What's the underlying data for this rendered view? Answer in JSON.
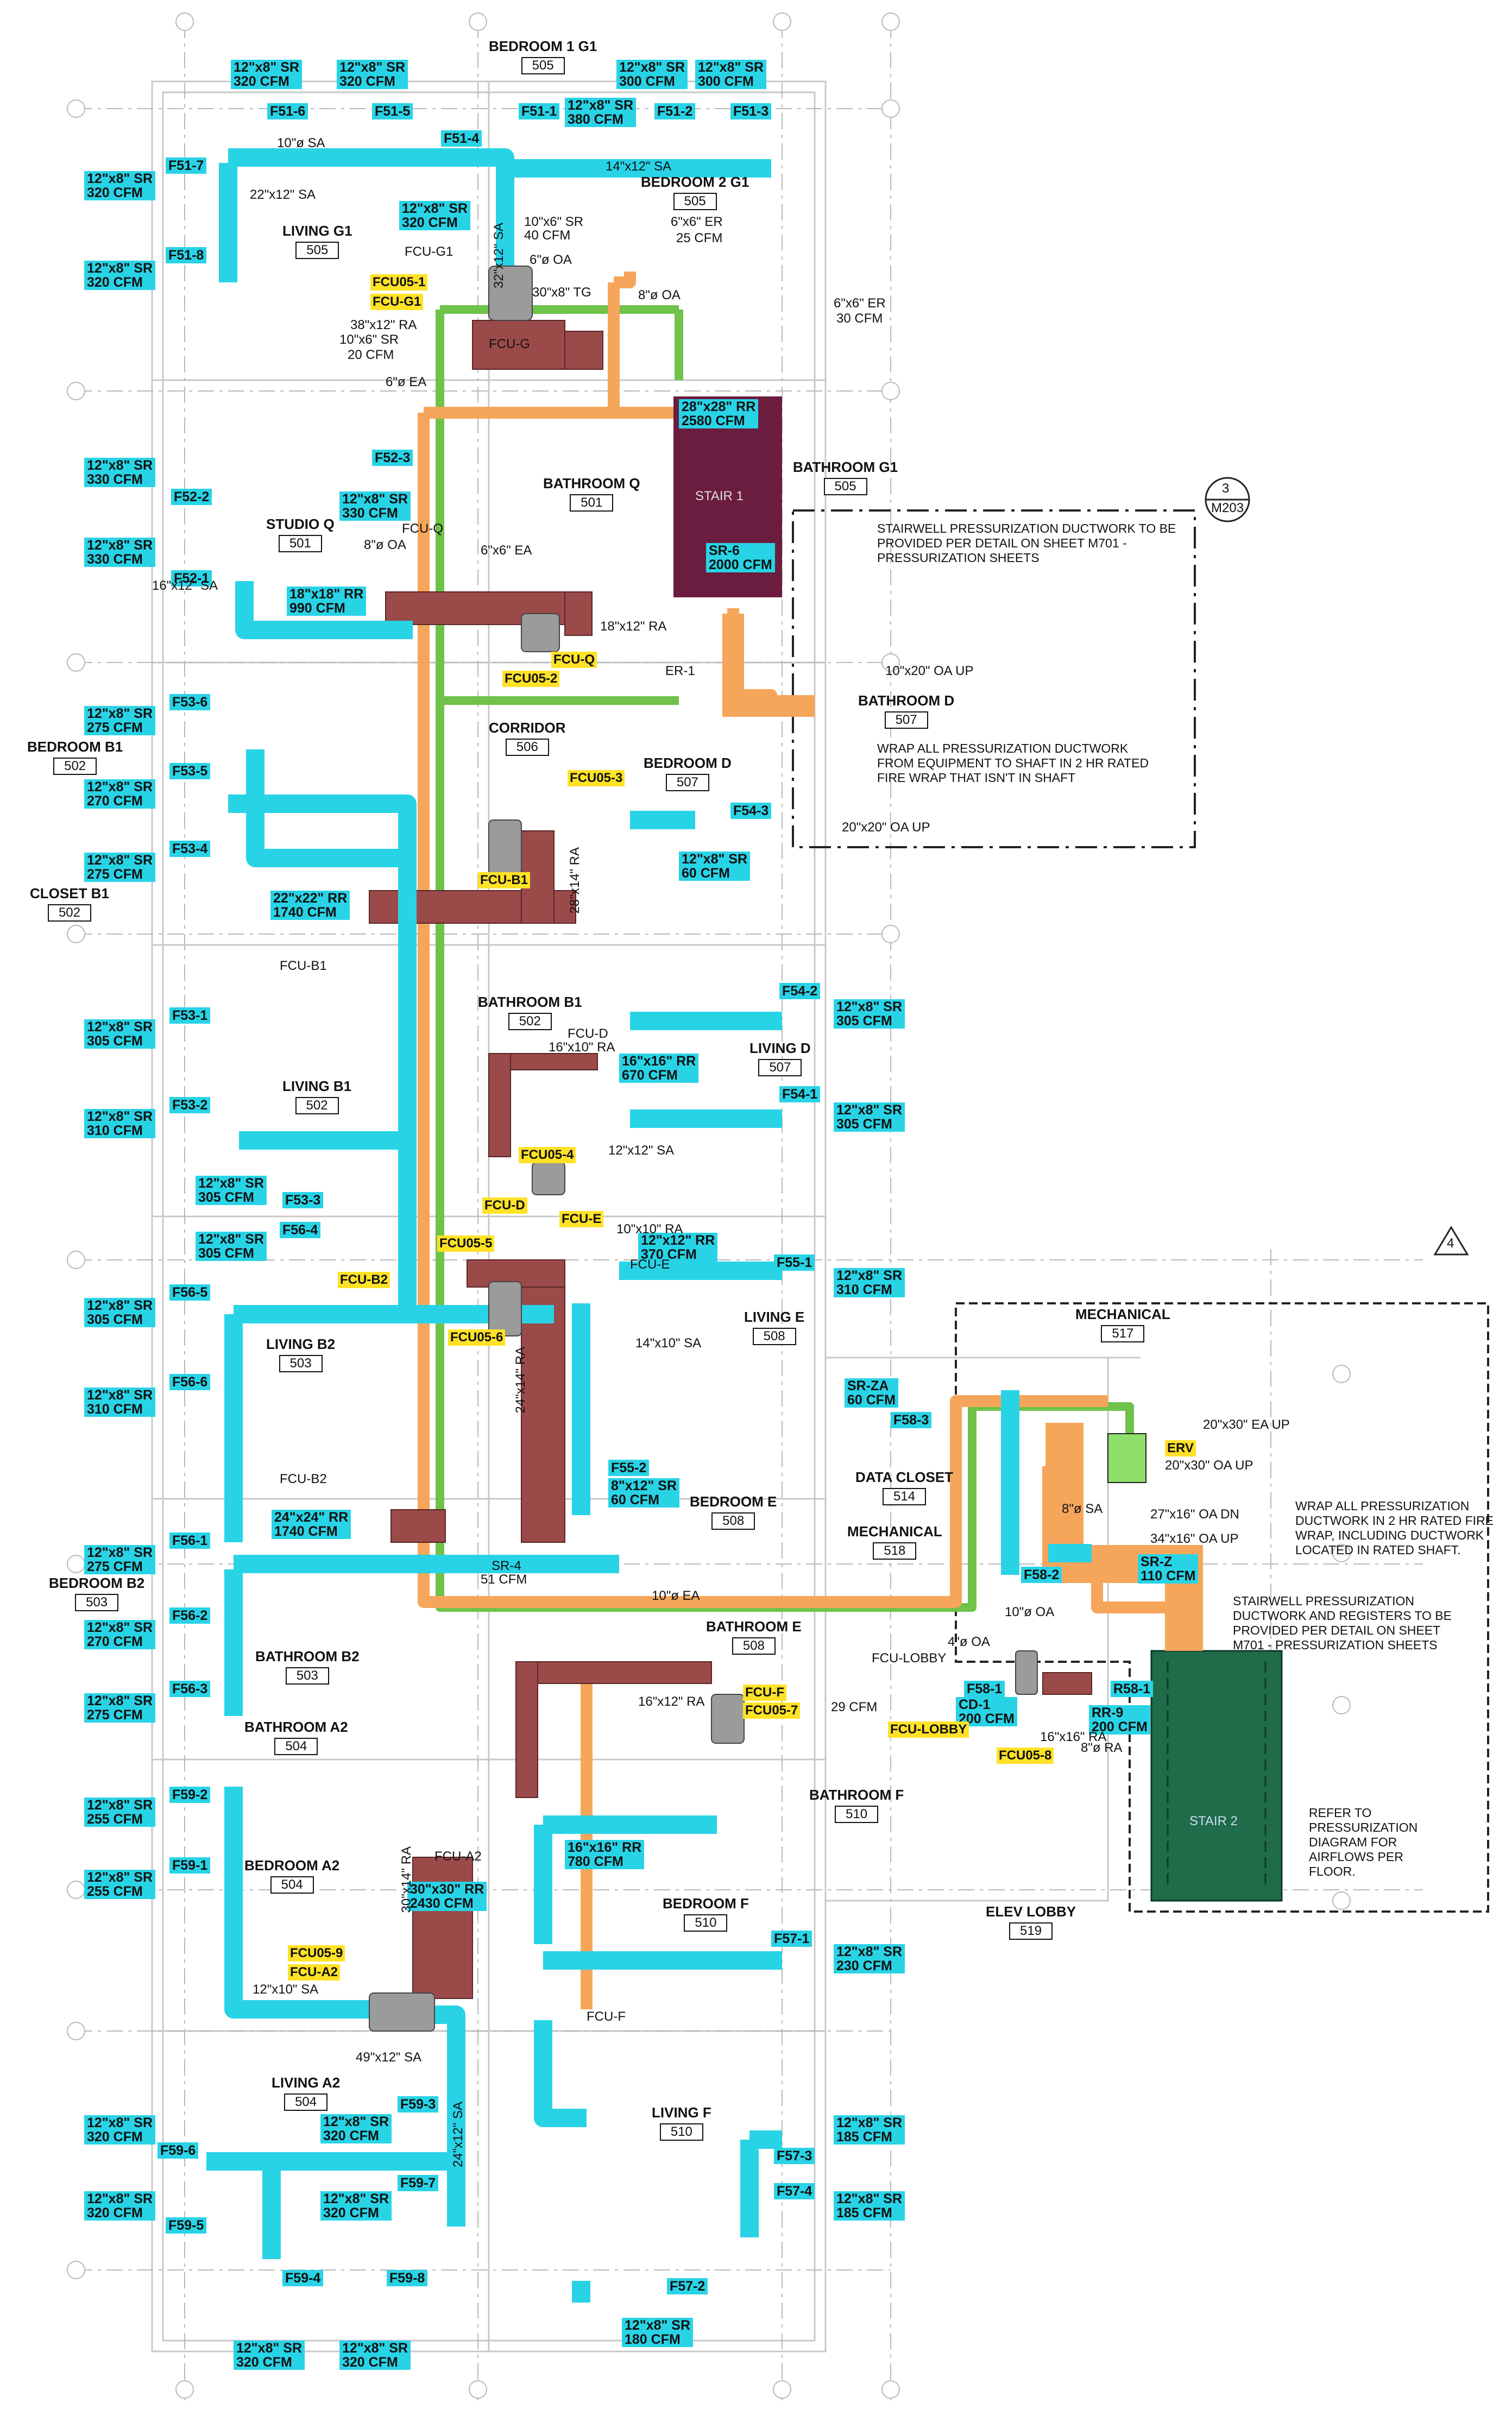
{
  "rooms": [
    {
      "name": "BEDROOM 1 G1",
      "num": "505"
    },
    {
      "name": "BEDROOM 2 G1",
      "num": "505"
    },
    {
      "name": "LIVING G1",
      "num": "505"
    },
    {
      "name": "BATHROOM G1",
      "num": "505"
    },
    {
      "name": "BATHROOM Q",
      "num": "501"
    },
    {
      "name": "STUDIO Q",
      "num": "501"
    },
    {
      "name": "BATHROOM D",
      "num": "507"
    },
    {
      "name": "CORRIDOR",
      "num": "506"
    },
    {
      "name": "BEDROOM D",
      "num": "507"
    },
    {
      "name": "BEDROOM B1",
      "num": "502"
    },
    {
      "name": "CLOSET B1",
      "num": "502"
    },
    {
      "name": "BATHROOM B1",
      "num": "502"
    },
    {
      "name": "LIVING D",
      "num": "507"
    },
    {
      "name": "LIVING B1",
      "num": "502"
    },
    {
      "name": "LIVING E",
      "num": "508"
    },
    {
      "name": "LIVING B2",
      "num": "503"
    },
    {
      "name": "MECHANICAL",
      "num": "517"
    },
    {
      "name": "DATA CLOSET",
      "num": "514"
    },
    {
      "name": "BEDROOM E",
      "num": "508"
    },
    {
      "name": "MECHANICAL",
      "num": "518"
    },
    {
      "name": "BEDROOM B2",
      "num": "503"
    },
    {
      "name": "BATHROOM E",
      "num": "508"
    },
    {
      "name": "BATHROOM B2",
      "num": "503"
    },
    {
      "name": "BATHROOM A2",
      "num": "504"
    },
    {
      "name": "BATHROOM F",
      "num": "510"
    },
    {
      "name": "BEDROOM A2",
      "num": "504"
    },
    {
      "name": "BEDROOM F",
      "num": "510"
    },
    {
      "name": "ELEV LOBBY",
      "num": "519"
    },
    {
      "name": "LIVING A2",
      "num": "504"
    },
    {
      "name": "LIVING F",
      "num": "510"
    }
  ],
  "diffusers": [
    {
      "tag": "F51-6",
      "size": "12\"x8\" SR",
      "cfm": "320 CFM"
    },
    {
      "tag": "F51-5",
      "size": "12\"x8\" SR",
      "cfm": "320 CFM"
    },
    {
      "tag": "F51-1",
      "size": "12\"x8\" SR",
      "cfm": "380 CFM"
    },
    {
      "tag": "F51-2",
      "size": "12\"x8\" SR",
      "cfm": "300 CFM"
    },
    {
      "tag": "F51-3",
      "size": "12\"x8\" SR",
      "cfm": "300 CFM"
    },
    {
      "tag": "F51-7",
      "size": "12\"x8\" SR",
      "cfm": "320 CFM"
    },
    {
      "tag": "F51-8",
      "size": "12\"x8\" SR",
      "cfm": "320 CFM"
    },
    {
      "tag": "F51-4",
      "size": "12\"x8\" SR",
      "cfm": "320 CFM"
    },
    {
      "tag": "F52-2",
      "size": "12\"x8\" SR",
      "cfm": "330 CFM"
    },
    {
      "tag": "F52-3",
      "size": "12\"x8\" SR",
      "cfm": "330 CFM"
    },
    {
      "tag": "F52-1",
      "size": "12\"x8\" SR",
      "cfm": "330 CFM"
    },
    {
      "tag": "F53-6",
      "size": "12\"x8\" SR",
      "cfm": "275 CFM"
    },
    {
      "tag": "F53-5",
      "size": "12\"x8\" SR",
      "cfm": "270 CFM"
    },
    {
      "tag": "F53-4",
      "size": "12\"x8\" SR",
      "cfm": "275 CFM"
    },
    {
      "tag": "F54-3",
      "size": "12\"x8\" SR",
      "cfm": "60 CFM"
    },
    {
      "tag": "F53-1",
      "size": "12\"x8\" SR",
      "cfm": "305 CFM"
    },
    {
      "tag": "F54-2",
      "size": "12\"x8\" SR",
      "cfm": "305 CFM"
    },
    {
      "tag": "F54-1",
      "size": "12\"x8\" SR",
      "cfm": "305 CFM"
    },
    {
      "tag": "F53-2",
      "size": "12\"x8\" SR",
      "cfm": "310 CFM"
    },
    {
      "tag": "F53-3",
      "size": "12\"x8\" SR",
      "cfm": "305 CFM"
    },
    {
      "tag": "F56-4",
      "size": "12\"x8\" SR",
      "cfm": "305 CFM"
    },
    {
      "tag": "F55-1",
      "size": "12\"x8\" SR",
      "cfm": "310 CFM"
    },
    {
      "tag": "F56-5",
      "size": "12\"x8\" SR",
      "cfm": "305 CFM"
    },
    {
      "tag": "F56-6",
      "size": "12\"x8\" SR",
      "cfm": "310 CFM"
    },
    {
      "tag": "F58-3",
      "size": "SR-ZA",
      "cfm": "60 CFM"
    },
    {
      "tag": "F55-2",
      "size": "8\"x12\" SR",
      "cfm": "60 CFM"
    },
    {
      "tag": "F56-1",
      "size": "12\"x8\" SR",
      "cfm": "275 CFM"
    },
    {
      "tag": "F58-2",
      "size": "SR-Z",
      "cfm": "110 CFM"
    },
    {
      "tag": "F56-2",
      "size": "12\"x8\" SR",
      "cfm": "270 CFM"
    },
    {
      "tag": "F56-3",
      "size": "12\"x8\" SR",
      "cfm": "275 CFM"
    },
    {
      "tag": "F58-1",
      "size": "CD-1",
      "cfm": "200 CFM"
    },
    {
      "tag": "R58-1",
      "size": "RR-9",
      "cfm": "200 CFM"
    },
    {
      "tag": "F59-2",
      "size": "12\"x8\" SR",
      "cfm": "255 CFM"
    },
    {
      "tag": "F59-1",
      "size": "12\"x8\" SR",
      "cfm": "255 CFM"
    },
    {
      "tag": "F57-1",
      "size": "12\"x8\" SR",
      "cfm": "230 CFM"
    },
    {
      "tag": "F59-3",
      "size": "12\"x8\" SR",
      "cfm": "320 CFM"
    },
    {
      "tag": "F59-6",
      "size": "12\"x8\" SR",
      "cfm": "320 CFM"
    },
    {
      "tag": "F57-3",
      "size": "12\"x8\" SR",
      "cfm": "185 CFM"
    },
    {
      "tag": "F59-7",
      "size": "12\"x8\" SR",
      "cfm": "320 CFM"
    },
    {
      "tag": "F59-5",
      "size": "12\"x8\" SR",
      "cfm": "320 CFM"
    },
    {
      "tag": "F57-4",
      "size": "12\"x8\" SR",
      "cfm": "185 CFM"
    },
    {
      "tag": "F59-4",
      "size": "12\"x8\" SR",
      "cfm": "320 CFM"
    },
    {
      "tag": "F59-8",
      "size": "12\"x8\" SR",
      "cfm": "320 CFM"
    },
    {
      "tag": "F57-2",
      "size": "12\"x8\" SR",
      "cfm": "180 CFM"
    }
  ],
  "return_grilles": [
    {
      "size": "28\"x28\" RR",
      "cfm": "2580 CFM"
    },
    {
      "size": "SR-6",
      "cfm": "2000 CFM"
    },
    {
      "size": "18\"x18\" RR",
      "cfm": "990 CFM"
    },
    {
      "size": "22\"x22\" RR",
      "cfm": "1740 CFM"
    },
    {
      "size": "16\"x16\" RR",
      "cfm": "670 CFM"
    },
    {
      "size": "12\"x12\" RR",
      "cfm": "370 CFM"
    },
    {
      "size": "24\"x24\" RR",
      "cfm": "1740 CFM"
    },
    {
      "size": "16\"x16\" RR",
      "cfm": "780 CFM"
    },
    {
      "size": "30\"x30\" RR",
      "cfm": "2430 CFM"
    }
  ],
  "equipment": [
    "FCU05-1",
    "FCU-G1",
    "FCU-Q",
    "FCU05-2",
    "FCU05-3",
    "FCU-B1",
    "FCU05-4",
    "FCU-D",
    "FCU05-5",
    "FCU-E",
    "FCU-B2",
    "FCU05-6",
    "ERV",
    "FCU-F",
    "FCU05-7",
    "FCU-LOBBY",
    "FCU05-8",
    "FCU05-9",
    "FCU-A2"
  ],
  "duct_labels": [
    "10\"ø SA",
    "22\"x12\" SA",
    "32\"x12\" SA",
    "14\"x12\" SA",
    "10\"x6\" SR",
    "40 CFM",
    "6\"ø OA",
    "30\"x8\" TG",
    "38\"x12\" RA",
    "10\"x6\" SR",
    "20 CFM",
    "6\"ø EA",
    "FCU-G1",
    "6\"x6\" ER",
    "25 CFM",
    "8\"ø OA",
    "6\"x6\" ER",
    "30 CFM",
    "FCU-G",
    "16\"x12\" SA",
    "8\"ø OA",
    "6\"x6\" EA",
    "18\"x12\" RA",
    "ER-1",
    "FCU-Q",
    "10\"x20\" OA UP",
    "20\"x20\" OA UP",
    "28\"x14\" RA",
    "FCU-B1",
    "FCU-D",
    "16\"x10\" RA",
    "12\"x12\" SA",
    "10\"x10\" RA",
    "24\"x14\" RA",
    "14\"x10\" SA",
    "FCU-B2",
    "12\"x10\" SA",
    "49\"x12\" SA",
    "30\"x14\" RA",
    "24\"x12\" SA",
    "FCU-A2",
    "FCU-F",
    "20\"x30\" EA UP",
    "20\"x30\" OA UP",
    "27\"x16\" OA DN",
    "34\"x16\" OA UP",
    "SR-4",
    "51 CFM",
    "29 CFM",
    "16\"x16\" RA",
    "16\"x12\" RA",
    "8\"ø SA",
    "4\"ø OA",
    "8\"ø RA",
    "FCU-LOBBY",
    "10\"ø EA",
    "10\"ø OA",
    "FCU-E"
  ],
  "notes": [
    "STAIRWELL PRESSURIZATION DUCTWORK TO BE PROVIDED PER DETAIL ON SHEET M701 - PRESSURIZATION SHEETS",
    "WRAP ALL PRESSURIZATION DUCTWORK FROM EQUIPMENT TO SHAFT IN 2 HR RATED FIRE WRAP THAT ISN'T IN SHAFT",
    "WRAP ALL PRESSURIZATION DUCTWORK IN 2 HR RATED FIRE WRAP, INCLUDING DUCTWORK LOCATED IN RATED SHAFT.",
    "STAIRWELL PRESSURIZATION DUCTWORK AND REGISTERS TO BE PROVIDED PER DETAIL ON SHEET M701 - PRESSURIZATION SHEETS",
    "REFER TO PRESSURIZATION DIAGRAM FOR AIRFLOWS PER FLOOR."
  ],
  "stairs": [
    "STAIR 1",
    "STAIR 2"
  ],
  "callouts": {
    "section_num": "3",
    "section_sheet": "M203",
    "revision": "4"
  },
  "colors": {
    "supply": "#29d3e6",
    "outside_air": "#f5a65a",
    "exhaust": "#8ee06a",
    "return": "#9b4a4a",
    "stair1": "#6b1d3f",
    "stair2": "#1f6b4a",
    "equip_tag": "#ffe227"
  }
}
